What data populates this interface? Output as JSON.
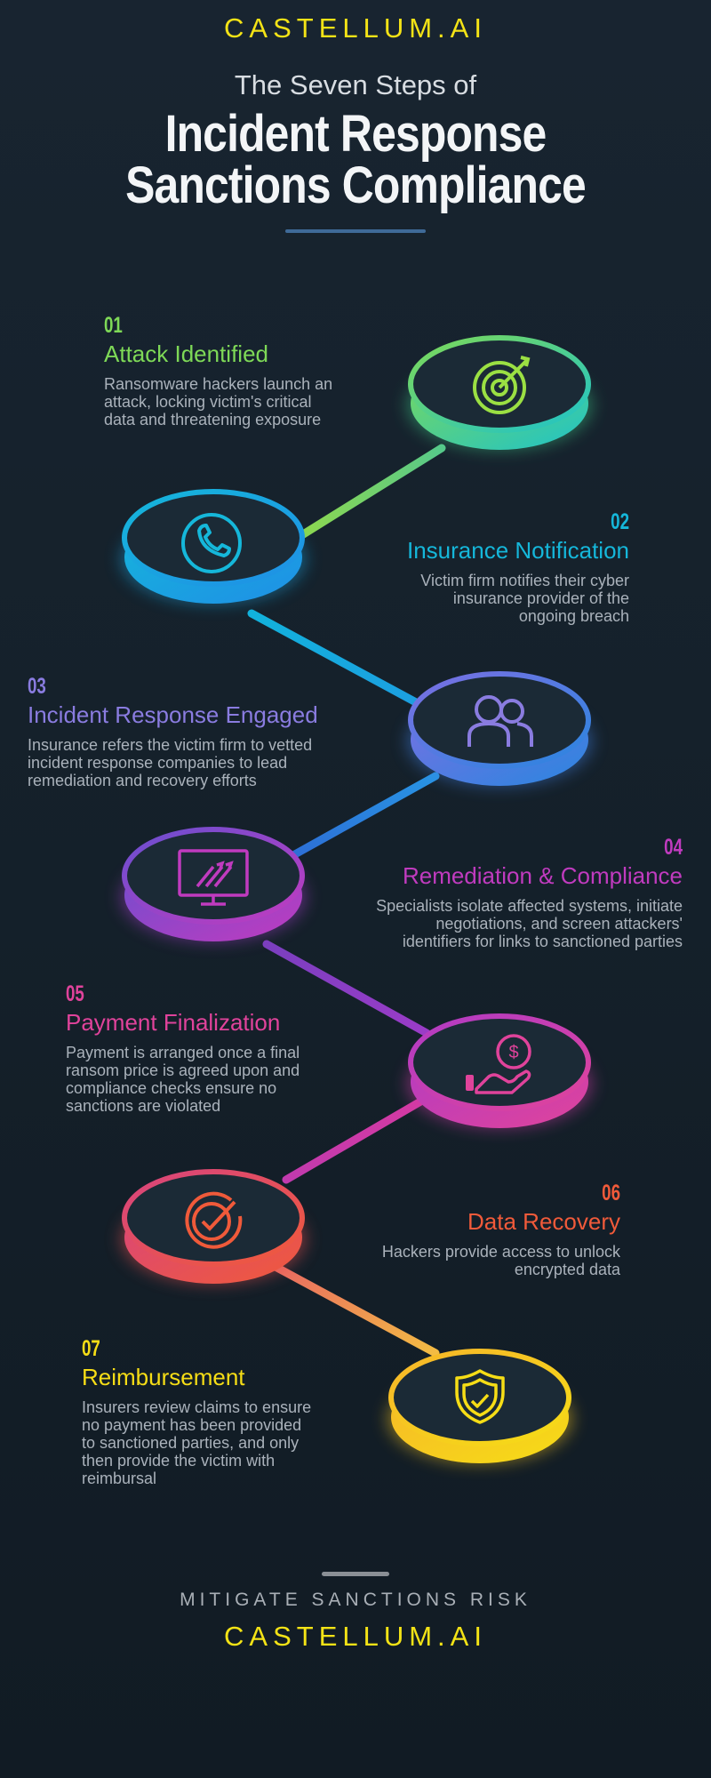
{
  "brand": "CASTELLUM.AI",
  "subtitle": "The Seven Steps of",
  "title_line1": "Incident Response",
  "title_line2": "Sanctions Compliance",
  "steps": [
    {
      "num": "01",
      "title": "Attack Identified",
      "desc": [
        "Ransomware hackers launch an",
        "attack, locking victim's critical",
        "data and threatening exposure"
      ],
      "color": "#7ed957",
      "icon": "target-icon"
    },
    {
      "num": "02",
      "title": "Insurance Notification",
      "desc": [
        "Victim firm notifies their cyber",
        "insurance provider of the",
        "ongoing breach"
      ],
      "color": "#15b7da",
      "icon": "phone-icon"
    },
    {
      "num": "03",
      "title": "Incident Response Engaged",
      "desc": [
        "Insurance refers the victim firm to vetted",
        "incident response companies to lead",
        "remediation and recovery efforts"
      ],
      "color": "#8a7ce0",
      "icon": "people-icon"
    },
    {
      "num": "04",
      "title": "Remediation & Compliance",
      "desc": [
        "Specialists isolate affected systems, initiate",
        "negotiations, and screen attackers'",
        "identifiers for links to sanctioned parties"
      ],
      "color": "#c03bbf",
      "icon": "monitor-growth-icon"
    },
    {
      "num": "05",
      "title": "Payment Finalization",
      "desc": [
        "Payment is arranged once a final",
        "ransom price is agreed upon and",
        "compliance checks ensure no",
        "sanctions are violated"
      ],
      "color": "#e0439b",
      "icon": "hand-dollar-icon"
    },
    {
      "num": "06",
      "title": "Data Recovery",
      "desc": [
        "Hackers provide access to unlock",
        "encrypted data"
      ],
      "color": "#f05a3a",
      "icon": "check-circle-icon"
    },
    {
      "num": "07",
      "title": "Reimbursement",
      "desc": [
        "Insurers review claims to ensure",
        "no payment has been provided",
        "to sanctioned parties, and only",
        "then provide the victim with",
        "reimbursal"
      ],
      "color": "#f6dd16",
      "icon": "shield-check-icon"
    }
  ],
  "tagline": "MITIGATE SANCTIONS RISK",
  "footer_brand": "CASTELLUM.AI"
}
